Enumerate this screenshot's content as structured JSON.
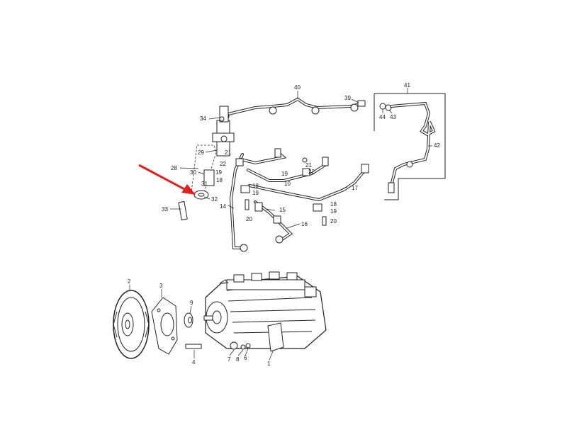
{
  "diagram": {
    "labels": [
      {
        "id": "40",
        "text": "40"
      },
      {
        "id": "39",
        "text": "39"
      },
      {
        "id": "41",
        "text": "41"
      },
      {
        "id": "44",
        "text": "44"
      },
      {
        "id": "43",
        "text": "43"
      },
      {
        "id": "42",
        "text": "42"
      },
      {
        "id": "34",
        "text": "34"
      },
      {
        "id": "29",
        "text": "29"
      },
      {
        "id": "21a",
        "text": "21"
      },
      {
        "id": "22a",
        "text": "22"
      },
      {
        "id": "19a",
        "text": "19"
      },
      {
        "id": "18a",
        "text": "18"
      },
      {
        "id": "28",
        "text": "28"
      },
      {
        "id": "30",
        "text": "30"
      },
      {
        "id": "31",
        "text": "31"
      },
      {
        "id": "32",
        "text": "32"
      },
      {
        "id": "14",
        "text": "14"
      },
      {
        "id": "33",
        "text": "33"
      },
      {
        "id": "18b",
        "text": "18"
      },
      {
        "id": "19b",
        "text": "19"
      },
      {
        "id": "20a",
        "text": "20"
      },
      {
        "id": "21b",
        "text": "21"
      },
      {
        "id": "19c",
        "text": "19"
      },
      {
        "id": "22b",
        "text": "22"
      },
      {
        "id": "10",
        "text": "10"
      },
      {
        "id": "15",
        "text": "15"
      },
      {
        "id": "16",
        "text": "16"
      },
      {
        "id": "17",
        "text": "17"
      },
      {
        "id": "18c",
        "text": "18"
      },
      {
        "id": "19d",
        "text": "19"
      },
      {
        "id": "20b",
        "text": "20"
      },
      {
        "id": "2",
        "text": "2"
      },
      {
        "id": "3",
        "text": "3"
      },
      {
        "id": "9",
        "text": "9"
      },
      {
        "id": "4",
        "text": "4"
      },
      {
        "id": "7",
        "text": "7"
      },
      {
        "id": "8",
        "text": "8"
      },
      {
        "id": "6",
        "text": "6"
      },
      {
        "id": "1",
        "text": "1"
      }
    ],
    "highlight_arrow_color": "#e02020",
    "line_color": "#222222"
  }
}
